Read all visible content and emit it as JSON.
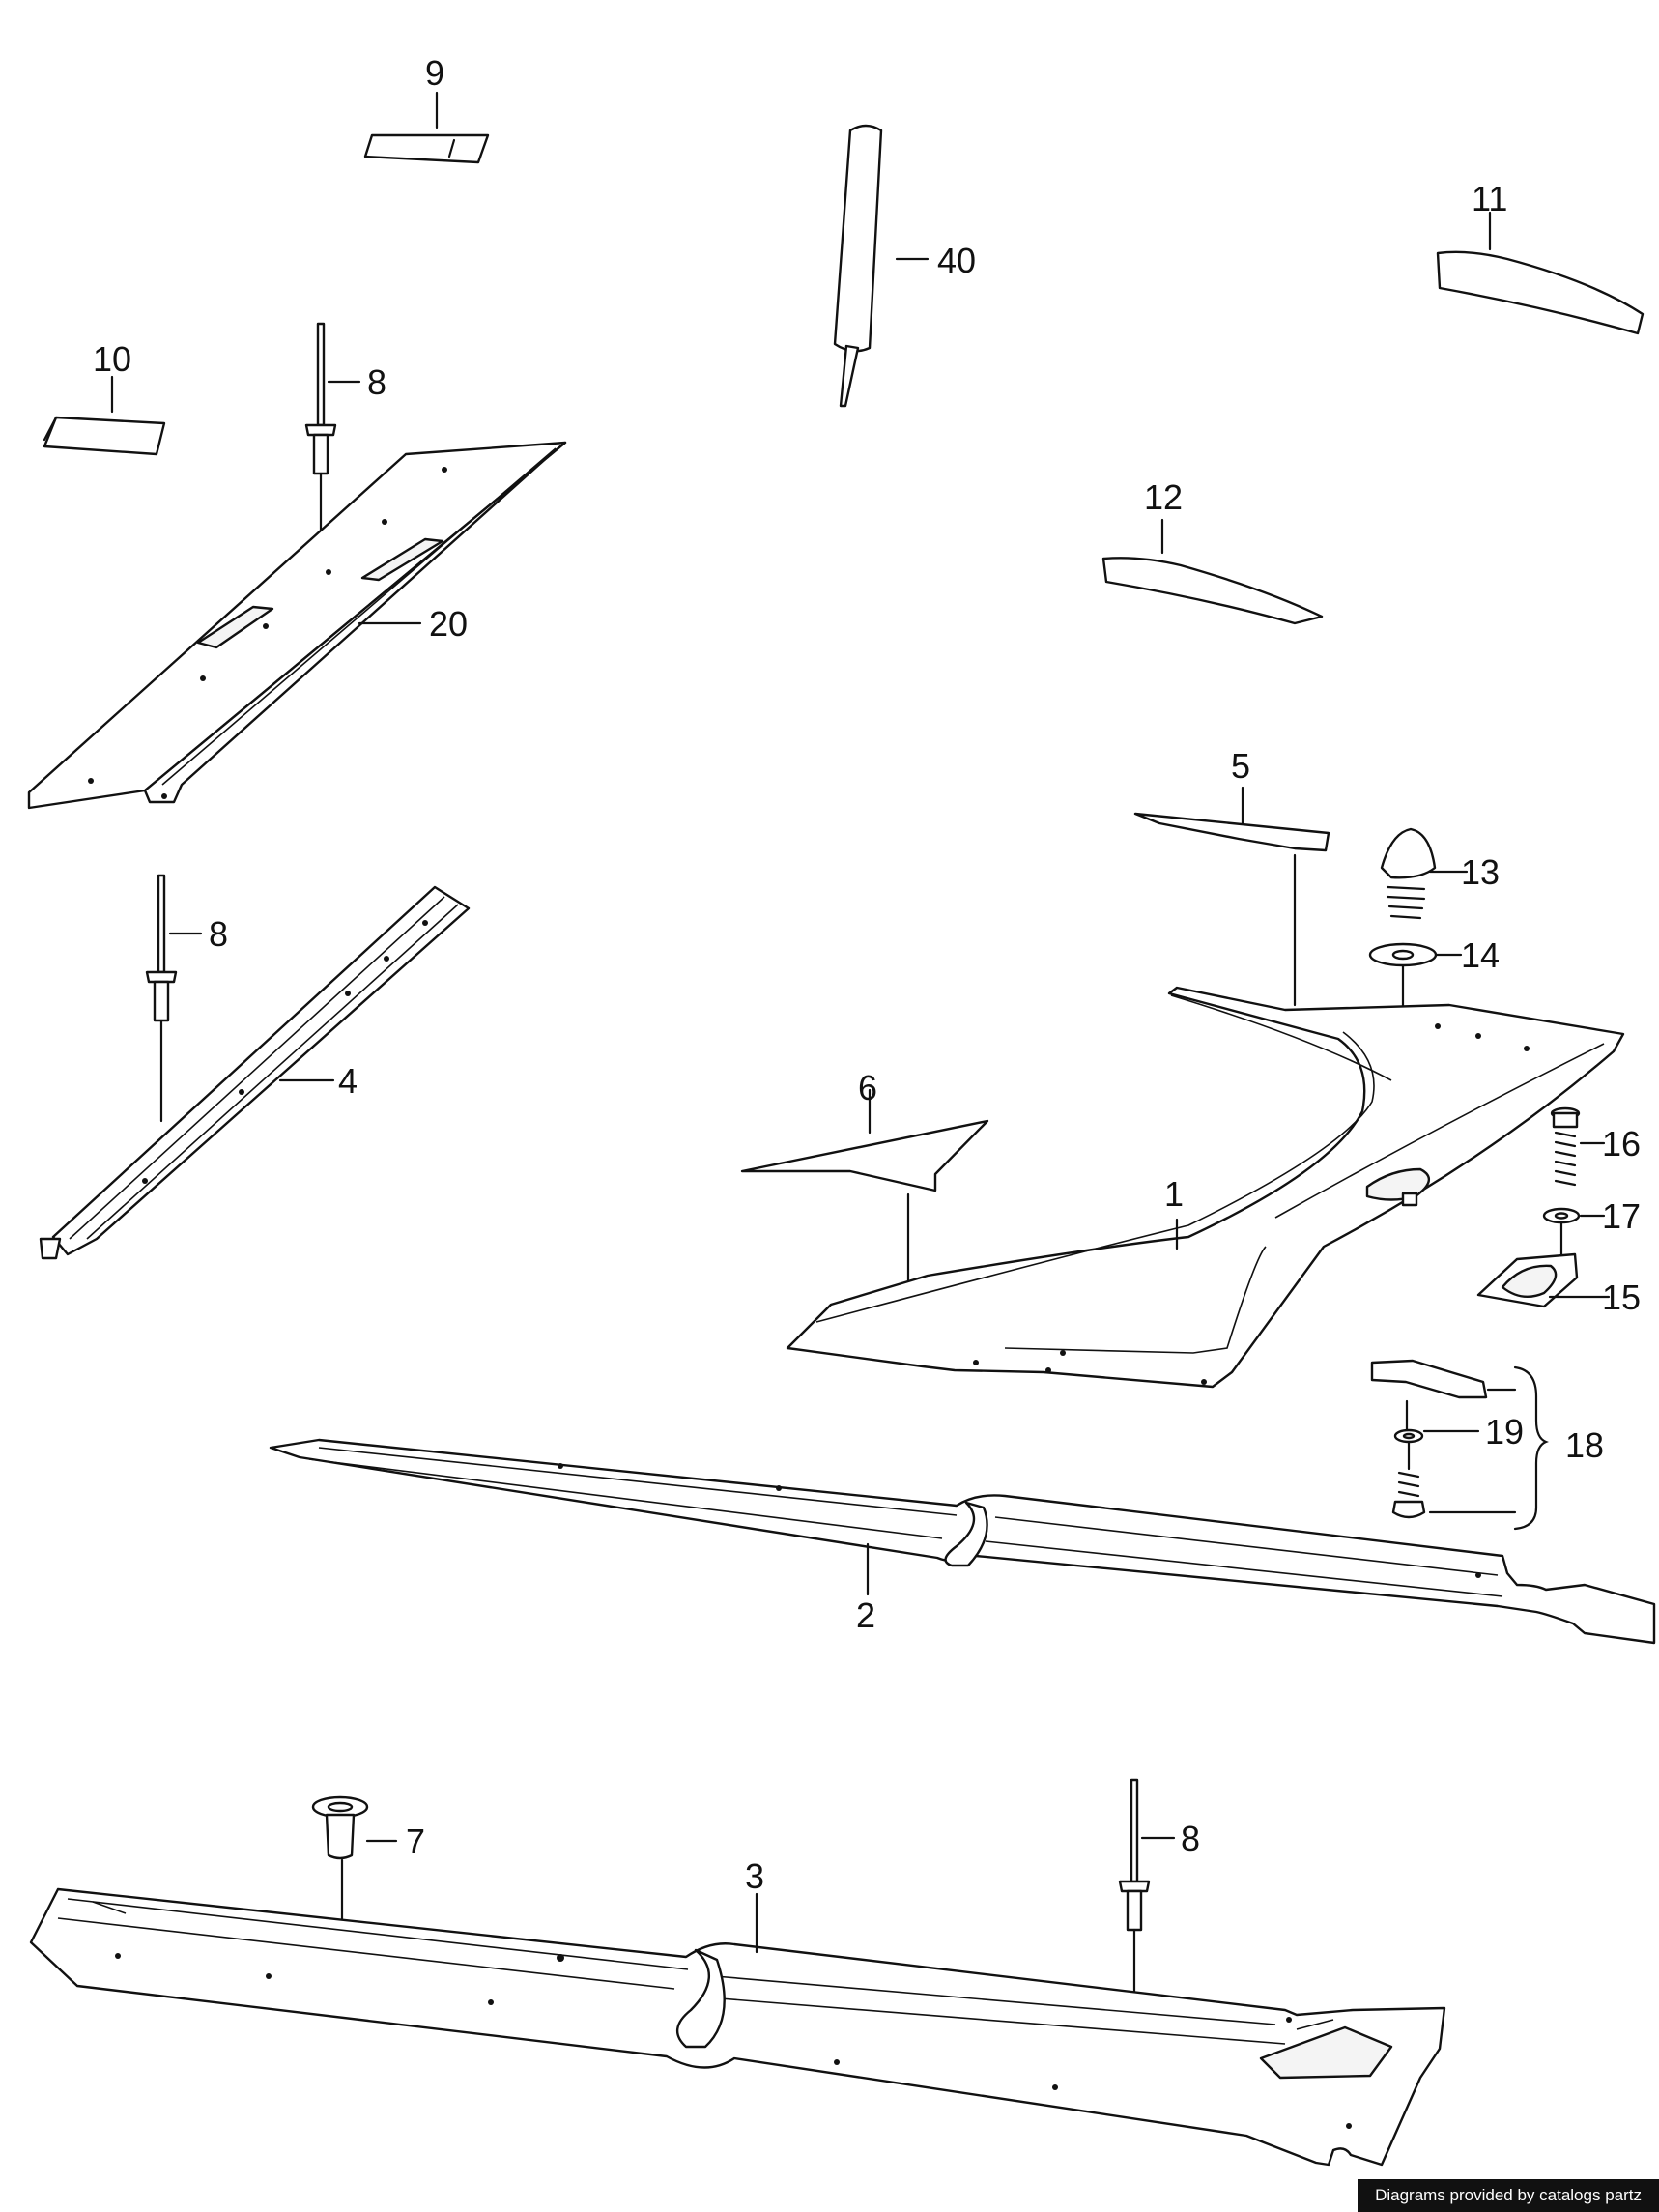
{
  "callouts": {
    "c1": "1",
    "c2": "2",
    "c3": "3",
    "c4": "4",
    "c5": "5",
    "c6": "6",
    "c7": "7",
    "c8a": "8",
    "c8b": "8",
    "c8c": "8",
    "c9": "9",
    "c10": "10",
    "c11": "11",
    "c12": "12",
    "c13": "13",
    "c14": "14",
    "c15": "15",
    "c16": "16",
    "c17": "17",
    "c18": "18",
    "c19": "19",
    "c20": "20",
    "c40": "40"
  },
  "footer": {
    "credit": "Diagrams provided by catalogs partz"
  },
  "colors": {
    "ink": "#111111",
    "paper": "#ffffff",
    "credit_bg": "#111111"
  }
}
